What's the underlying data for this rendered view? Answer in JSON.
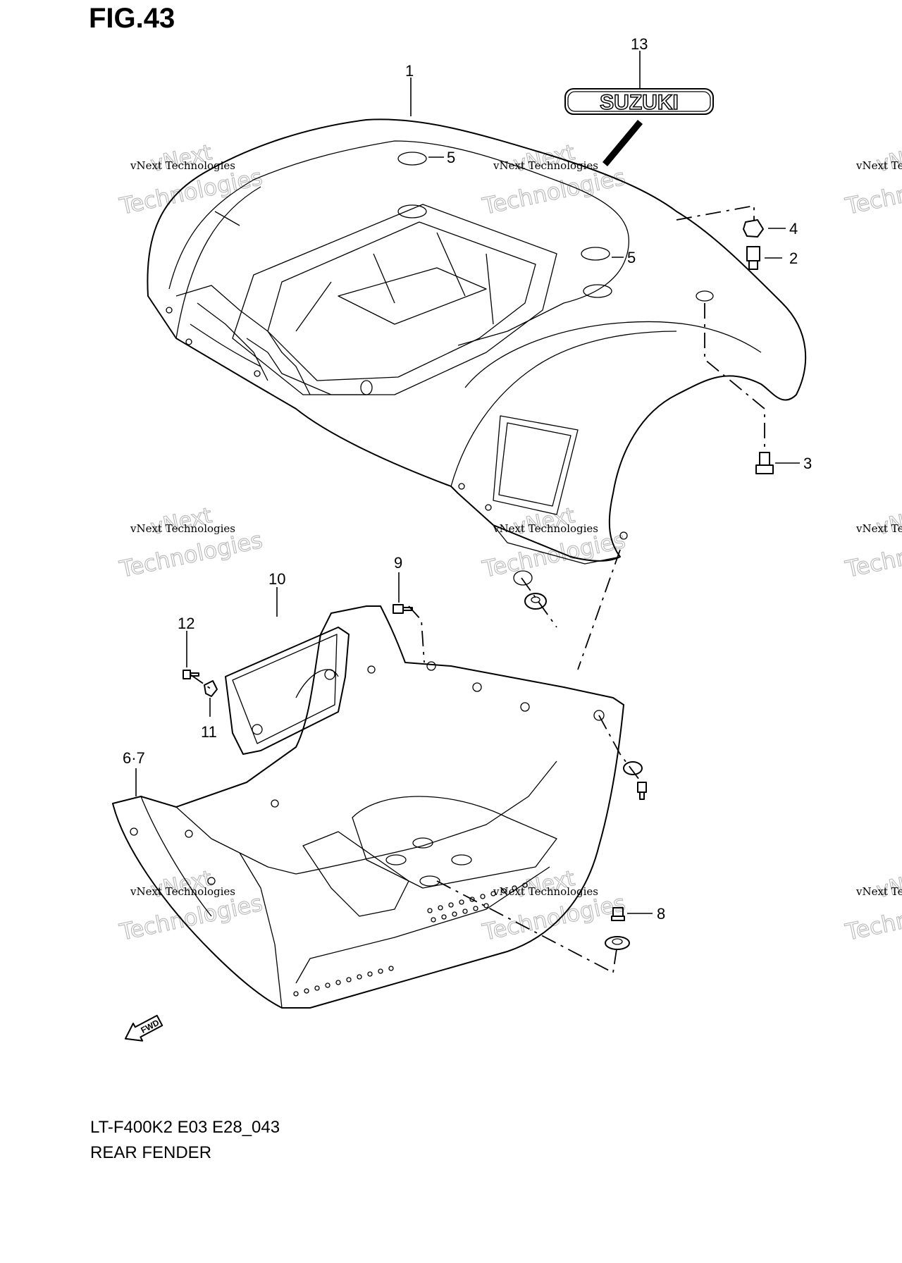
{
  "figure": {
    "title": "FIG.43"
  },
  "footer": {
    "model_code": "LT-F400K2 E03 E28_043",
    "section_title": "REAR FENDER"
  },
  "logo": {
    "text": "SUZUKI"
  },
  "fwd_label": "FWD",
  "watermark": {
    "line1": "vNext Technologies",
    "line2": "Technologies",
    "line3": "vNext"
  },
  "callouts": [
    "1",
    "2",
    "3",
    "4",
    "5",
    "5",
    "6·7",
    "8",
    "9",
    "10",
    "11",
    "12",
    "13"
  ],
  "colors": {
    "ink": "#000000",
    "background": "#ffffff",
    "watermark": "#b8b8b8"
  }
}
